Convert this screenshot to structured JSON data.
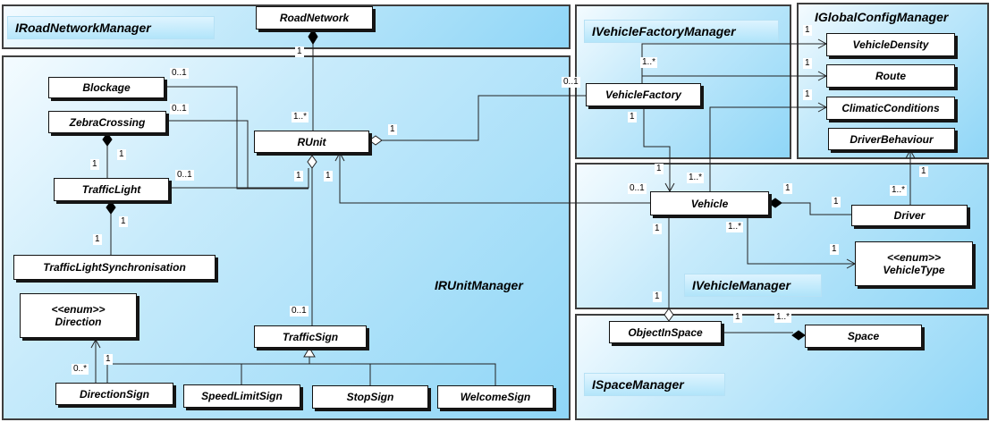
{
  "packages": {
    "road_network_manager": "IRoadNetworkManager",
    "vehicle_factory_manager": "IVehicleFactoryManager",
    "global_config_manager": "IGlobalConfigManager",
    "runit_manager": "IRUnitManager",
    "vehicle_manager": "IVehicleManager",
    "space_manager": "ISpaceManager"
  },
  "classes": {
    "road_network": "RoadNetwork",
    "blockage": "Blockage",
    "zebra_crossing": "ZebraCrossing",
    "traffic_light": "TrafficLight",
    "traffic_light_sync": "TrafficLightSynchronisation",
    "direction_stereotype": "<<enum>>",
    "direction": "Direction",
    "direction_sign": "DirectionSign",
    "speed_limit_sign": "SpeedLimitSign",
    "stop_sign": "StopSign",
    "welcome_sign": "WelcomeSign",
    "traffic_sign": "TrafficSign",
    "runit": "RUnit",
    "vehicle_factory": "VehicleFactory",
    "vehicle_density": "VehicleDensity",
    "route": "Route",
    "climatic_conditions": "ClimaticConditions",
    "driver_behaviour": "DriverBehaviour",
    "vehicle": "Vehicle",
    "driver": "Driver",
    "vehicle_type_stereotype": "<<enum>>",
    "vehicle_type": "VehicleType",
    "object_in_space": "ObjectInSpace",
    "space": "Space"
  },
  "multiplicities": {
    "roadnetwork_runit_top": "1",
    "roadnetwork_runit_bottom": "1..*",
    "blockage_runit": "0..1",
    "zebra_runit": "0..1",
    "zebra_trafficlight_top": "1",
    "zebra_trafficlight_bottom": "1",
    "trafficlight_runit": "0..1",
    "runit_end_trafficlight": "1",
    "runit_end_vehicle": "1",
    "trafficlight_sync_top": "1",
    "trafficlight_sync_bottom": "1",
    "runit_vehicle_factory": "1",
    "factory_runit": "0..1",
    "factory_many": "1..*",
    "density": "1",
    "route": "1",
    "climatic": "1",
    "factory_vehicle_top": "1",
    "factory_vehicle_bottom": "1",
    "vehicle_runit": "0..1",
    "vehicle_climatic": "1..*",
    "vehicle_driver": "1",
    "driver_vehicle": "1",
    "driver_behaviour_a": "1",
    "driver_behaviour_b": "1..*",
    "vehicle_type_many": "1..*",
    "vehicle_type_one": "1",
    "vehicle_object": "1",
    "object_vehicle": "1",
    "object_space": "1",
    "space_object": "1..*",
    "direction_sign_many": "0..*",
    "direction_sign_one": "1",
    "traffic_sign_runit": "0..1"
  }
}
